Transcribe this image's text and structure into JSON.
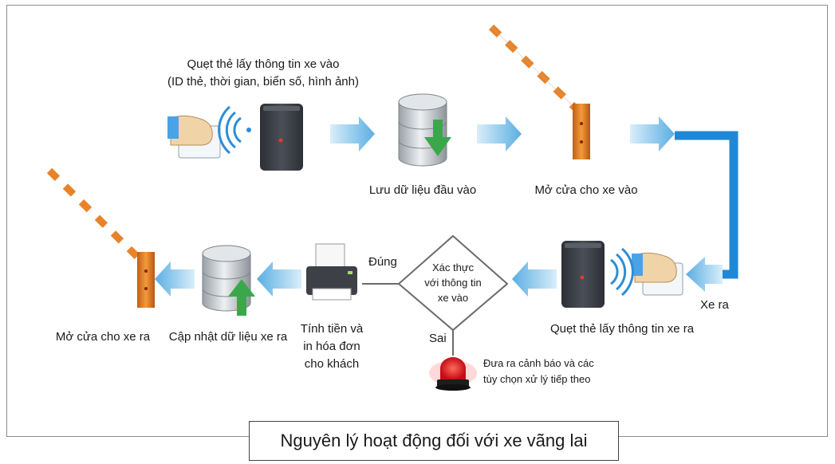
{
  "title": "Nguyên lý hoạt động đối với xe vãng lai",
  "steps": {
    "scan_in_line1": "Quẹt thẻ lấy thông tin xe vào",
    "scan_in_line2": "(ID thẻ, thời gian, biển số, hình ảnh)",
    "store_input": "Lưu dữ liệu đầu vào",
    "open_gate_in": "Mở cửa cho xe vào",
    "exit_label": "Xe ra",
    "scan_out": "Quẹt thẻ lấy thông tin xe ra",
    "verify_line1": "Xác thực",
    "verify_line2": "với thông tin",
    "verify_line3": "xe vào",
    "yes_label": "Đúng",
    "no_label": "Sai",
    "warning_line1": "Đưa ra cảnh báo và các",
    "warning_line2": "tùy chọn xử lý tiếp theo",
    "billing_line1": "Tính tiền và",
    "billing_line2": "in hóa đơn",
    "billing_line3": "cho khách",
    "update_data": "Cập nhật dữ liệu xe ra",
    "open_gate_out": "Mở cửa cho xe ra"
  },
  "colors": {
    "arrow_light": "#bfe0f5",
    "arrow_dark": "#4a9fd6",
    "connector": "#1e88d6",
    "barrier_orange": "#e8832a",
    "barrier_red": "#d94a2a",
    "reader": "#3a3d44",
    "db_silver": "#c9ccd0",
    "db_green": "#3aa84a",
    "alarm_red": "#e5262b"
  },
  "icons": [
    "hand-card-icon",
    "wireless-signal-icon",
    "card-reader-icon",
    "database-down-icon",
    "barrier-gate-icon",
    "printer-icon",
    "database-up-icon",
    "alarm-light-icon",
    "decision-diamond"
  ]
}
